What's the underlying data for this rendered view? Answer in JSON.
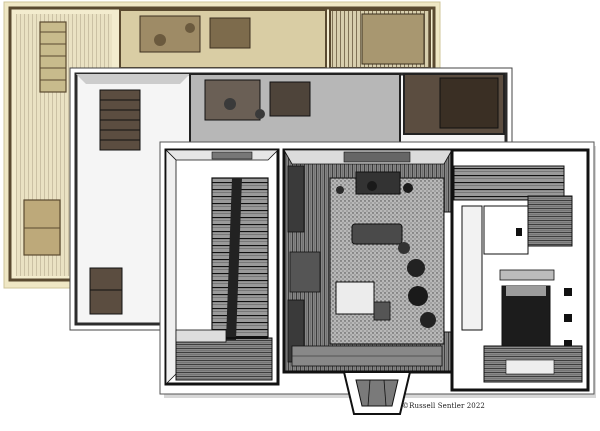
{
  "credit": "©Russell Sentler 2022",
  "colors": {
    "parchment": "#efe7c4",
    "parchment_ink": "#5a4a30",
    "sepia_wood": "#5b4d40",
    "ink": "#111111",
    "paper": "#ffffff",
    "floor_wood": "#6b6b6b",
    "rug": "#a9a9a9"
  },
  "sheets": [
    {
      "name": "parchment-sheet",
      "style": "sepia"
    },
    {
      "name": "toned-sheet",
      "style": "grayscale"
    },
    {
      "name": "ink-sheet",
      "style": "black-and-white"
    }
  ],
  "icons": [
    "staircase-icon",
    "bed-icon",
    "desk-icon",
    "table-icon",
    "rug-icon",
    "bay-window-icon"
  ]
}
